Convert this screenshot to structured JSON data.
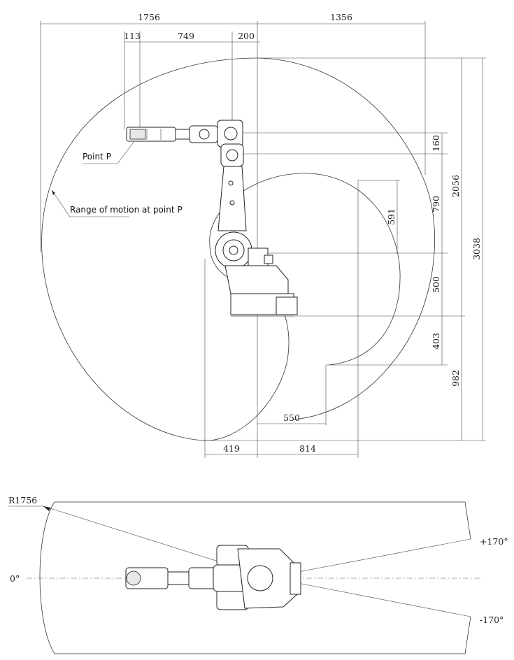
{
  "side_view": {
    "dims_top": [
      "1756",
      "1356"
    ],
    "dims_tool": [
      "113",
      "749",
      "200"
    ],
    "dims_right": [
      "160",
      "2056",
      "790",
      "591",
      "3038",
      "500",
      "403",
      "982"
    ],
    "dims_bottom": [
      "550",
      "419",
      "814"
    ],
    "label_point": "Point P",
    "label_range": "Range of motion at point P"
  },
  "top_view": {
    "radius_label": "R1756",
    "angle_zero": "0°",
    "angle_pos": "+170°",
    "angle_neg": "-170°"
  }
}
